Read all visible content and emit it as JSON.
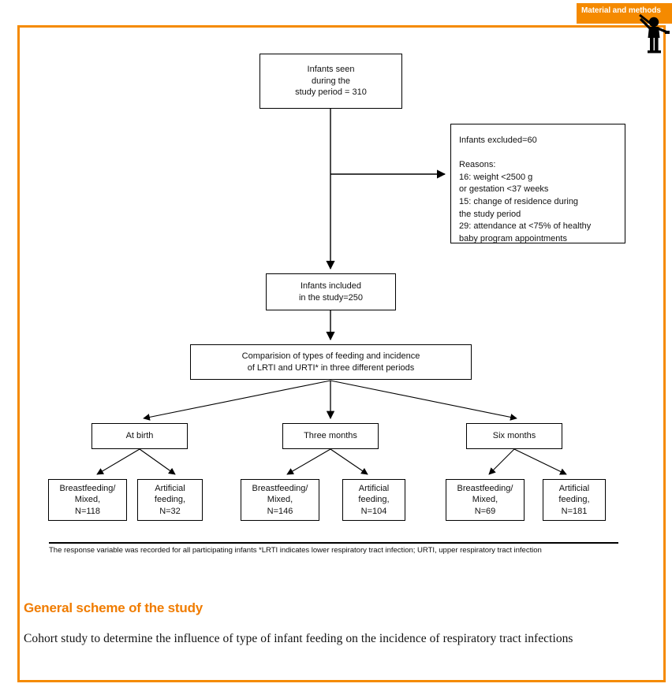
{
  "header": {
    "tab_label": "Material and methods",
    "tab_color": "#F58A00",
    "figure_icon": "presenter-person-icon"
  },
  "frame": {
    "border_color": "#F58A00"
  },
  "chart_data": {
    "type": "diagram",
    "subtype": "flowchart",
    "title": "General scheme of the study",
    "nodes": [
      {
        "id": "seen",
        "label": "Infants seen\nduring the\nstudy period = 310"
      },
      {
        "id": "excluded",
        "label": "Infants excluded=60\n\nReasons:\n  16: weight <2500 g\n  or gestation <37 weeks\n  15: change of residence during\n  the study period\n  29: attendance at <75% of healthy\n  baby program appointments"
      },
      {
        "id": "included",
        "label": "Infants included\nin the study=250"
      },
      {
        "id": "comparison",
        "label": "Comparision of types of feeding and incidence\nof LRTI and URTI* in three different periods"
      },
      {
        "id": "birth",
        "label": "At birth"
      },
      {
        "id": "three",
        "label": "Three months"
      },
      {
        "id": "six",
        "label": "Six months"
      },
      {
        "id": "bf1",
        "label": "Breastfeeding/\nMixed,\nN=118"
      },
      {
        "id": "af1",
        "label": "Artificial\nfeeding,\nN=32"
      },
      {
        "id": "bf2",
        "label": "Breastfeeding/\nMixed,\nN=146"
      },
      {
        "id": "af2",
        "label": "Artificial\nfeeding,\nN=104"
      },
      {
        "id": "bf3",
        "label": "Breastfeeding/\nMixed,\nN=69"
      },
      {
        "id": "af3",
        "label": "Artificial\nfeeding,\nN=181"
      }
    ],
    "edges": [
      {
        "from": "seen",
        "to": "excluded"
      },
      {
        "from": "seen",
        "to": "included"
      },
      {
        "from": "included",
        "to": "comparison"
      },
      {
        "from": "comparison",
        "to": "birth"
      },
      {
        "from": "comparison",
        "to": "three"
      },
      {
        "from": "comparison",
        "to": "six"
      },
      {
        "from": "birth",
        "to": "bf1"
      },
      {
        "from": "birth",
        "to": "af1"
      },
      {
        "from": "three",
        "to": "bf2"
      },
      {
        "from": "three",
        "to": "af2"
      },
      {
        "from": "six",
        "to": "bf3"
      },
      {
        "from": "six",
        "to": "af3"
      }
    ],
    "counts": {
      "infants_seen": 310,
      "infants_excluded": 60,
      "infants_included": 250,
      "excluded_reasons": [
        {
          "n": 16,
          "reason": "weight <2500 g or gestation <37 weeks"
        },
        {
          "n": 15,
          "reason": "change of residence during the study period"
        },
        {
          "n": 29,
          "reason": "attendance at <75% of healthy baby program appointments"
        }
      ],
      "periods": [
        {
          "period": "At birth",
          "breastfeeding_mixed": 118,
          "artificial_feeding": 32
        },
        {
          "period": "Three months",
          "breastfeeding_mixed": 146,
          "artificial_feeding": 104
        },
        {
          "period": "Six months",
          "breastfeeding_mixed": 69,
          "artificial_feeding": 181
        }
      ]
    }
  },
  "nodes": {
    "seen": "Infants seen\nduring the\nstudy period = 310",
    "excluded": "Infants excluded=60\n\nReasons:\n  16: weight <2500 g\n  or gestation <37 weeks\n  15: change of residence during\n  the study period\n  29: attendance at <75% of healthy\n  baby program appointments",
    "included": "Infants included\nin the study=250",
    "comparison": "Comparision of types of feeding and incidence\nof LRTI and URTI* in three different periods",
    "birth": "At birth",
    "three": "Three months",
    "six": "Six months",
    "bf1": "Breastfeeding/\nMixed,\nN=118",
    "af1": "Artificial\nfeeding,\nN=32",
    "bf2": "Breastfeeding/\nMixed,\nN=146",
    "af2": "Artificial\nfeeding,\nN=104",
    "bf3": "Breastfeeding/\nMixed,\nN=69",
    "af3": "Artificial\nfeeding,\nN=181"
  },
  "footnote": "The response variable was recorded for all participating infants *LRTI indicates lower respiratory tract infection; URTI, upper respiratory tract infection",
  "caption": {
    "title": "General scheme of the study",
    "title_color": "#F07C00",
    "subtitle": "Cohort study to determine the influence of type of infant feeding on the incidence of respiratory tract infections"
  }
}
